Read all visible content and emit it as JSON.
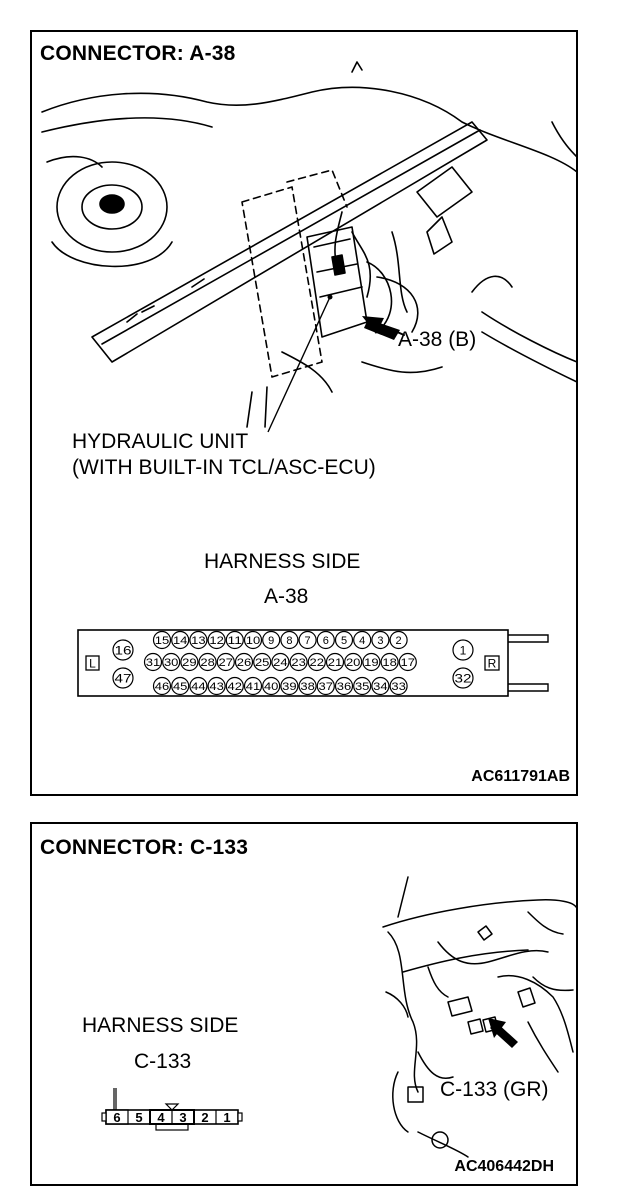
{
  "panel1": {
    "title": "CONNECTOR: A-38",
    "unit_line1": "HYDRAULIC UNIT",
    "unit_line2": "(WITH BUILT-IN TCL/ASC-ECU)",
    "arrow_label": "A-38 (B)",
    "harness_side": "HARNESS SIDE",
    "connector_id": "A-38",
    "left_marker": "L",
    "right_marker": "R",
    "pins_row1": [
      "15",
      "14",
      "13",
      "12",
      "11",
      "10",
      "9",
      "8",
      "7",
      "6",
      "5",
      "4",
      "3",
      "2"
    ],
    "pins_row2": [
      "31",
      "30",
      "29",
      "28",
      "27",
      "26",
      "25",
      "24",
      "23",
      "22",
      "21",
      "20",
      "19",
      "18",
      "17"
    ],
    "pins_row3": [
      "46",
      "45",
      "44",
      "43",
      "42",
      "41",
      "40",
      "39",
      "38",
      "37",
      "36",
      "35",
      "34",
      "33"
    ],
    "pins_left": [
      "16",
      "47"
    ],
    "pins_right": [
      "1",
      "32"
    ],
    "figure_code": "AC611791AB"
  },
  "panel2": {
    "title": "CONNECTOR: C-133",
    "harness_side": "HARNESS SIDE",
    "connector_id": "C-133",
    "arrow_label": "C-133 (GR)",
    "pins": [
      "6",
      "5",
      "4",
      "3",
      "2",
      "1"
    ],
    "figure_code": "AC406442DH"
  }
}
